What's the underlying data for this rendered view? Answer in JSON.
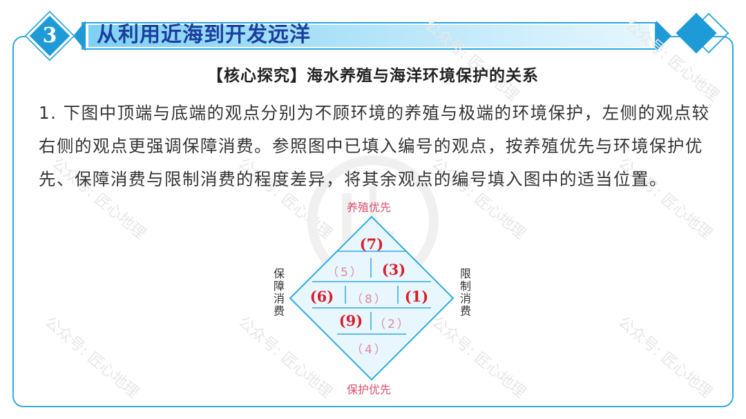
{
  "header": {
    "number": "3",
    "title": "从利用近海到开发远洋"
  },
  "subheading": "【核心探究】海水养殖与海洋环境保护的关系",
  "paragraph": "1. 下图中顶端与底端的观点分别为不顾环境的养殖与极端的环境保护，左侧的观点较右侧的观点更强调保障消费。参照图中已填入编号的观点，按养殖优先与环境保护优先、保障消费与限制消费的程度差异，将其余观点的编号填入图中的适当位置。",
  "watermark": "公众号: 匠心地理",
  "diagram": {
    "top_label": "养殖优先",
    "bottom_label": "保护优先",
    "left_label": "保障消费",
    "right_label": "限制消费",
    "rows": [
      {
        "cells": [
          "(7)"
        ]
      },
      {
        "cells": [
          "（5）",
          "(3)"
        ]
      },
      {
        "cells": [
          "(6)",
          "（8）",
          "(1)"
        ]
      },
      {
        "cells": [
          "(9)",
          "（2）"
        ]
      },
      {
        "cells": [
          "（4）"
        ]
      }
    ],
    "colors": {
      "diamond_fill": "#e8f6fd",
      "diamond_border": "#2fa9e0",
      "filled_number": "#d81e2b",
      "pending_number": "#e3879a",
      "pole_label": "#d74f6c"
    }
  },
  "colors": {
    "frame": "#2fa9e0",
    "title": "#1a3f9e",
    "accent": "#1e9bd7"
  }
}
